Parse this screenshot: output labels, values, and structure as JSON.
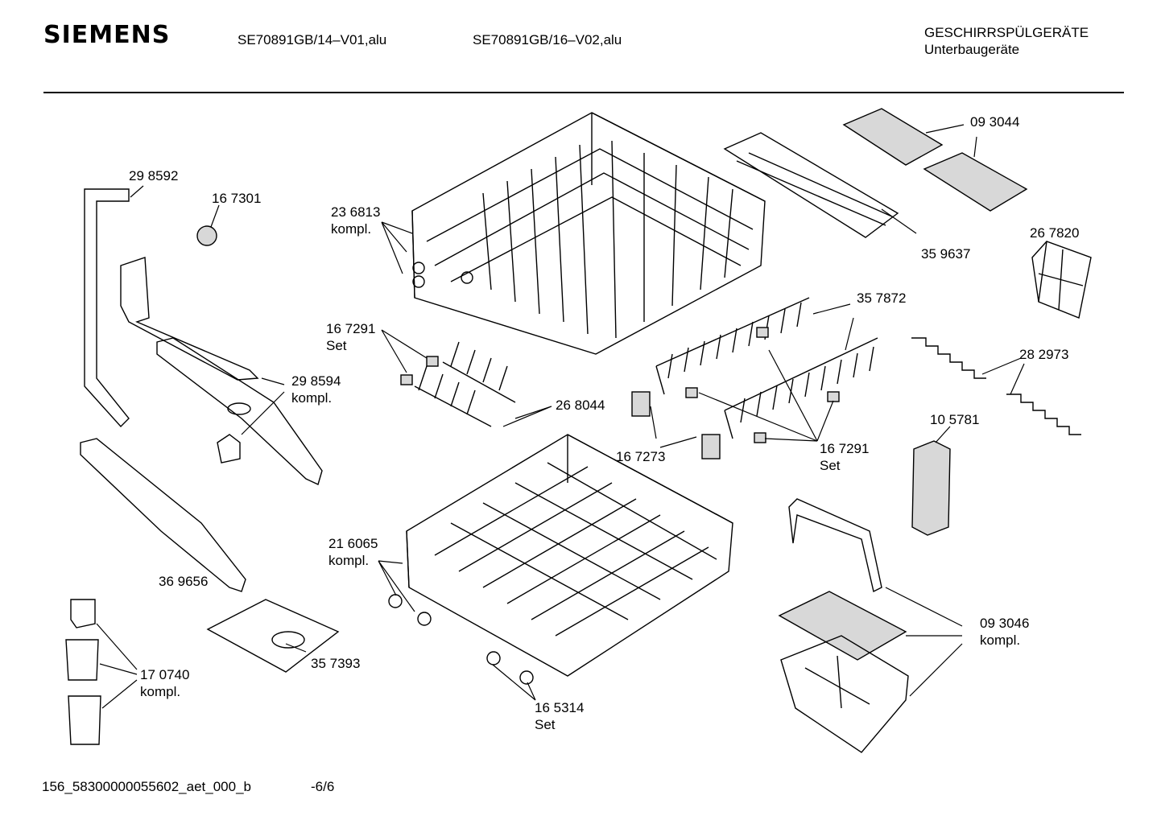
{
  "header": {
    "brand": "SIEMENS",
    "model_1": "SE70891GB/14–V01,alu",
    "model_2": "SE70891GB/16–V02,alu",
    "category_1": "GESCHIRRSPÜLGERÄTE",
    "category_2": "Unterbaugeräte"
  },
  "footer": {
    "doc_id": "156_58300000055602_aet_000_b",
    "page": "-6/6"
  },
  "callouts": {
    "c298592": "29 8592",
    "c167301": "16 7301",
    "c236813_a": "23 6813",
    "c236813_b": "kompl.",
    "c093044": "09 3044",
    "c359637": "35 9637",
    "c267820": "26 7820",
    "c357872": "35 7872",
    "c167291a_a": "16 7291",
    "c167291a_b": "Set",
    "c298594_a": "29 8594",
    "c298594_b": "kompl.",
    "c268044": "26 8044",
    "c282973": "28 2973",
    "c105781": "10 5781",
    "c167273": "16 7273",
    "c167291b_a": "16 7291",
    "c167291b_b": "Set",
    "c216065_a": "21 6065",
    "c216065_b": "kompl.",
    "c369656": "36 9656",
    "c093046_a": "09 3046",
    "c093046_b": "kompl.",
    "c357393": "35 7393",
    "c170740_a": "17 0740",
    "c170740_b": "kompl.",
    "c165314_a": "16 5314",
    "c165314_b": "Set"
  }
}
